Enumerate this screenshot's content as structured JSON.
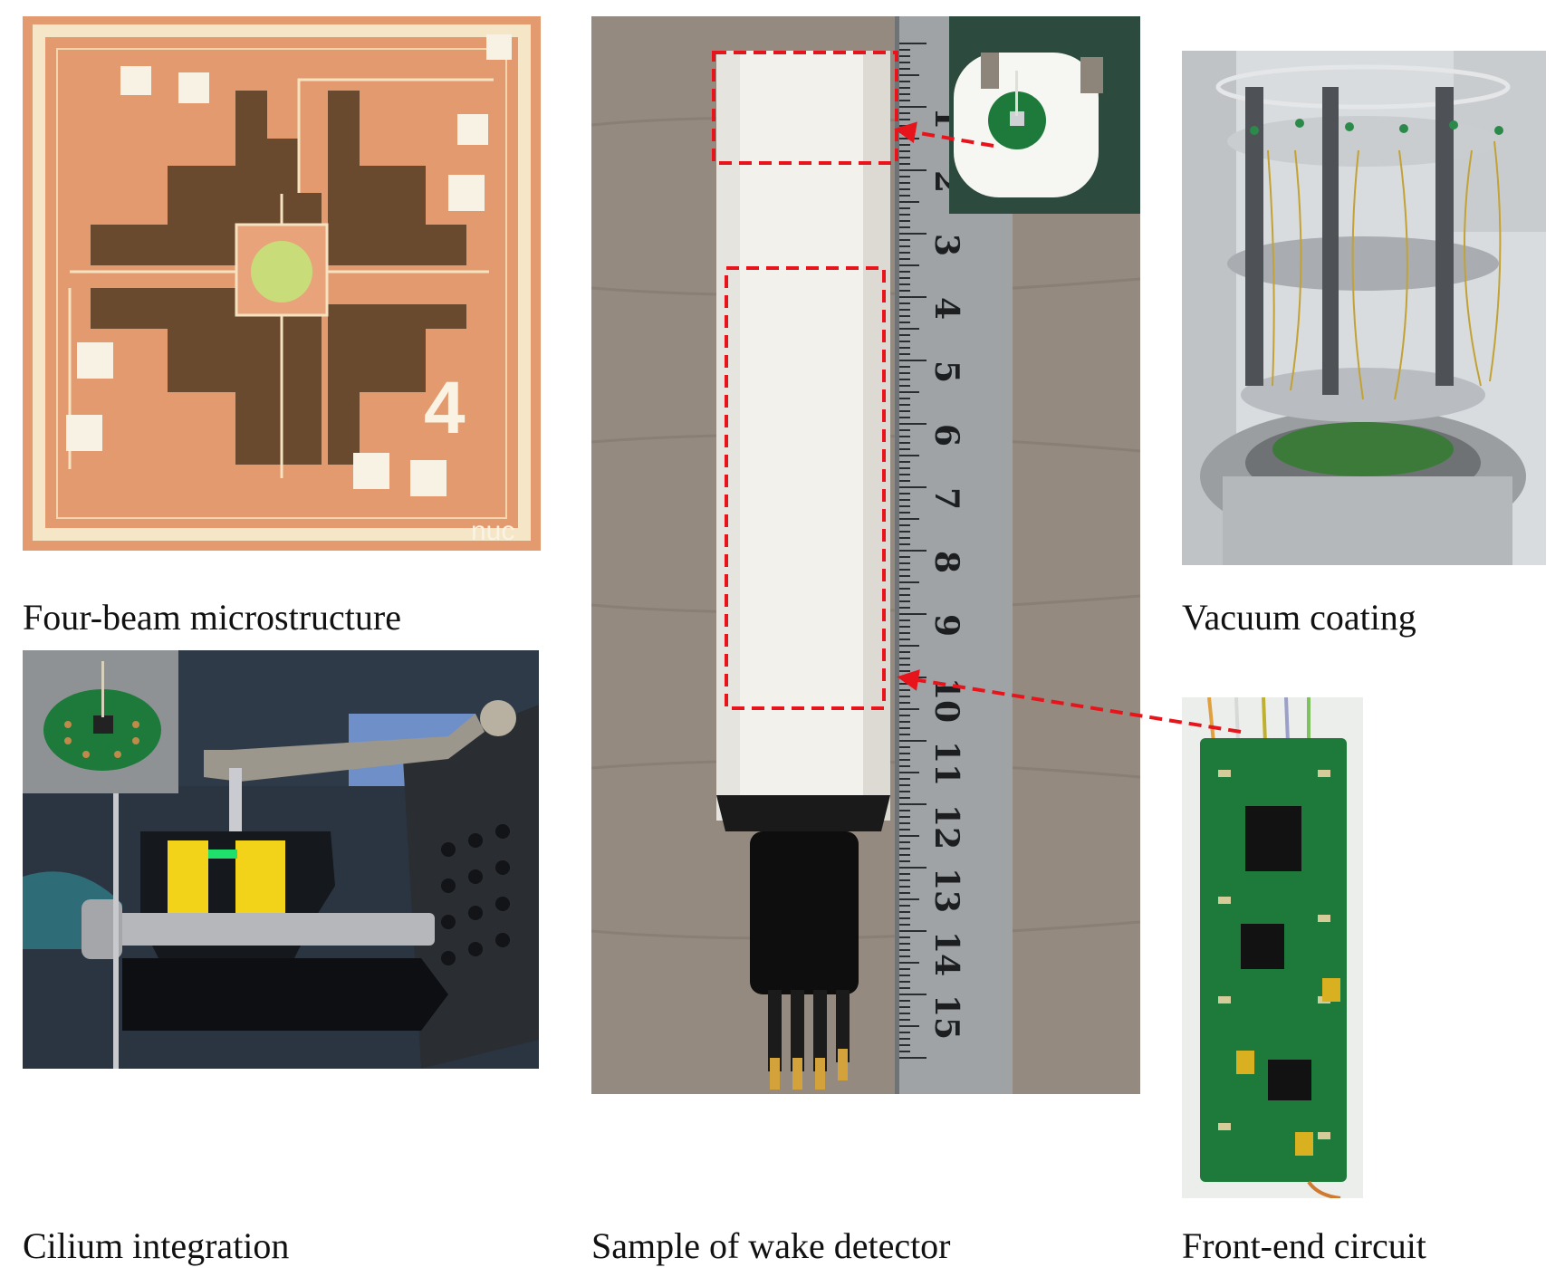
{
  "figure": {
    "panels": {
      "microstructure": {
        "caption": "Four-beam microstructure",
        "die_mark": "4",
        "logo_text": "nuc"
      },
      "cilium": {
        "caption": "Cilium integration"
      },
      "detector": {
        "caption": "Sample of wake detector",
        "ruler_numbers": [
          "1",
          "2",
          "3",
          "4",
          "5",
          "6",
          "7",
          "8",
          "9",
          "10",
          "11",
          "12",
          "13",
          "14",
          "15"
        ]
      },
      "vacuum": {
        "caption": "Vacuum coating"
      },
      "circuit": {
        "caption": "Front-end circuit"
      }
    },
    "colors": {
      "annotation_red": "#e8141b",
      "die_orange": "#e39a6e",
      "pcb_green": "#1d7a3a",
      "detector_white": "#f2f1ec"
    }
  }
}
